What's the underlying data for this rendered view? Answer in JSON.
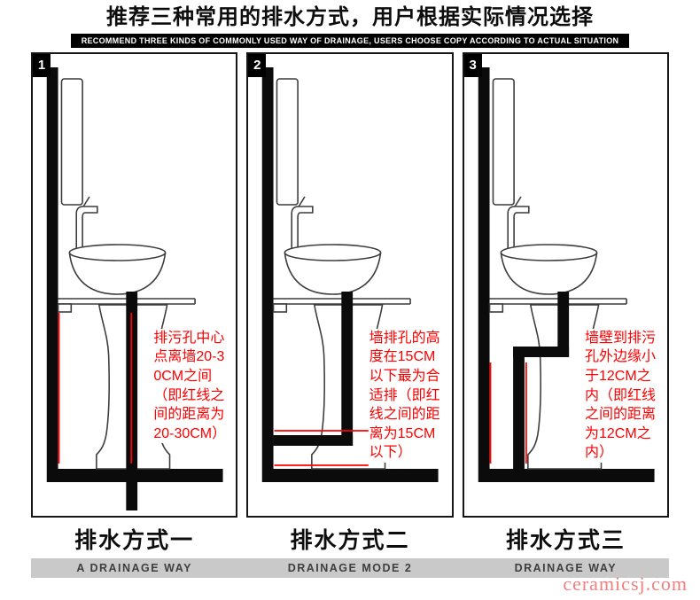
{
  "header": {
    "title": "推荐三种常用的排水方式，用户根据实际情况选择",
    "subtitle": "RECOMMEND THREE KINDS OF COMMONLY USED WAY OF DRAINAGE, USERS CHOOSE COPY ACCORDING TO ACTUAL SITUATION"
  },
  "panels": [
    {
      "number": "1",
      "drawing": "floor-drain-diagram",
      "annotation": "排污孔中心点离墙20-30CM之间（即红线之间的距离为20-30CM）",
      "label_cn": "排水方式一",
      "label_en": "A DRAINAGE WAY"
    },
    {
      "number": "2",
      "drawing": "wall-drain-height-diagram",
      "annotation": "墙排孔的高度在15CM以下最为合适排（即红线之间的距离为15CM以下）",
      "label_cn": "排水方式二",
      "label_en": "DRAINAGE MODE 2"
    },
    {
      "number": "3",
      "drawing": "wall-drain-distance-diagram",
      "annotation": "墙壁到排污孔外边缘小于12CM之内（即红线之间的距离为12CM之内）",
      "label_cn": "排水方式三",
      "label_en": "DRAINAGE WAY"
    }
  ],
  "watermark": "ceramicsj.com",
  "colors": {
    "accent-red": "#ff0000",
    "banner-bg": "#000000",
    "bar-gray": "#c9c9c9",
    "watermark-pink": "#f08080"
  }
}
